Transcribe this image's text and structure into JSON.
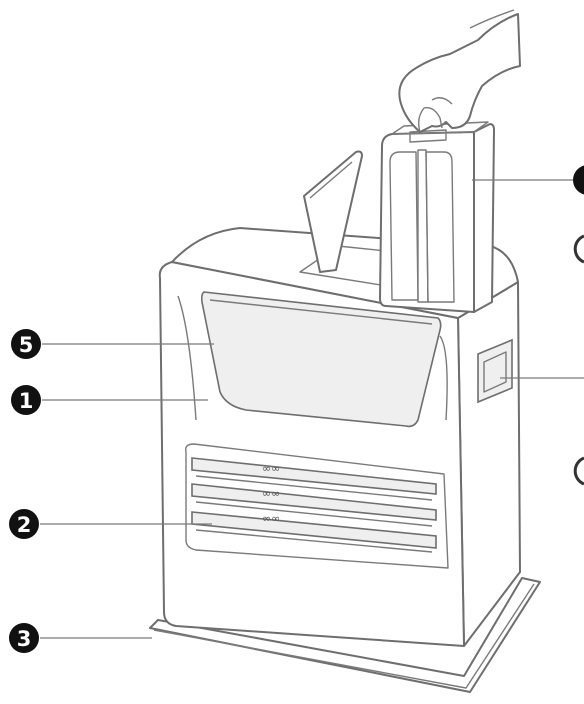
{
  "callouts": {
    "c1": "1",
    "c2": "2",
    "c3": "3",
    "c5": "5"
  },
  "vent_markings": [
    "∞∞",
    "∞∞",
    "∞∞"
  ],
  "colors": {
    "outline": "#6e6e6e",
    "badge": "#111111",
    "shade": "#efefef"
  },
  "icons": {
    "hand": "hand-holding-tank",
    "tank": "fuel-tank",
    "lid": "tank-compartment-lid"
  }
}
